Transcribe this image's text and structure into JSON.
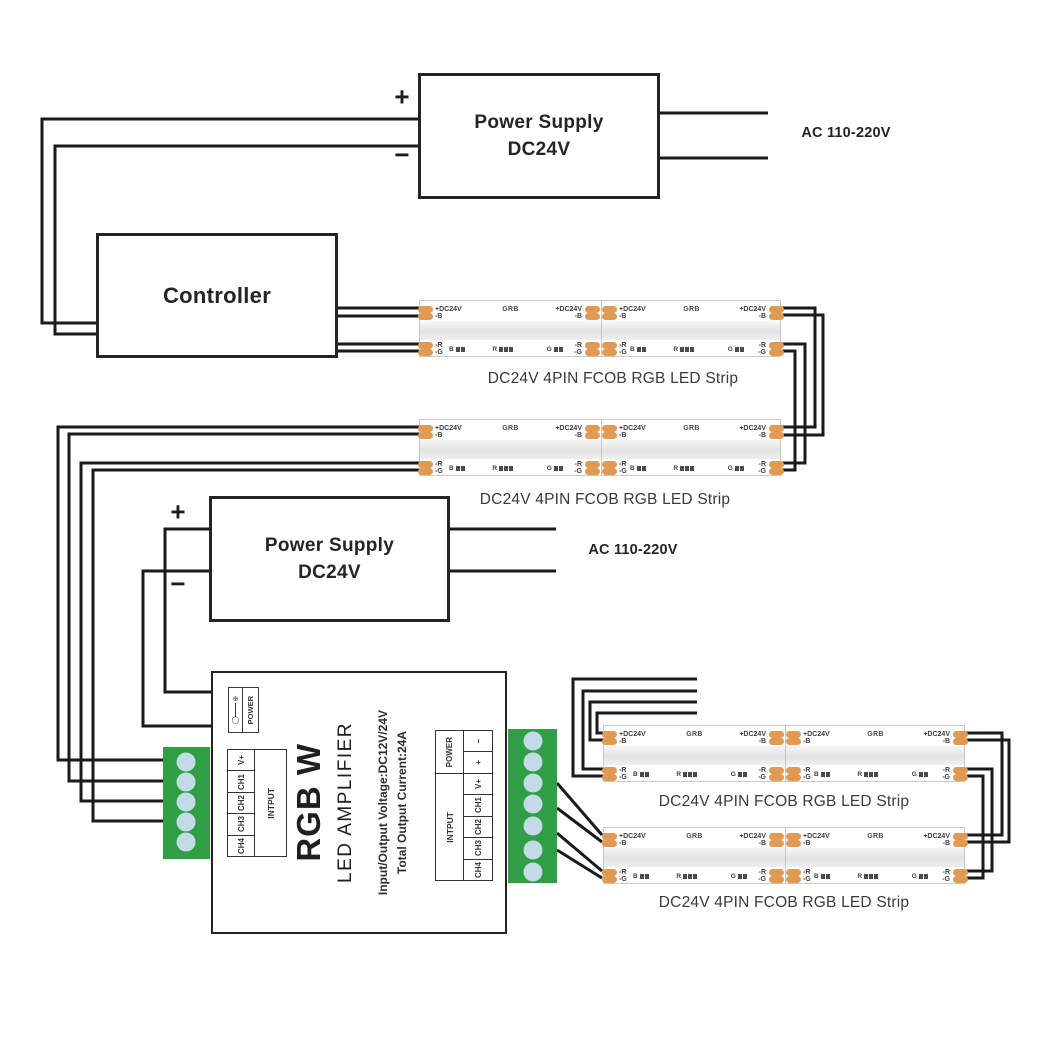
{
  "psu": {
    "name": "Power Supply",
    "voltage": "DC24V",
    "plus": "+",
    "minus": "−",
    "ac_label": "AC 110-220V"
  },
  "controller": {
    "label": "Controller"
  },
  "amplifier": {
    "model": "RGB W",
    "type": "LED AMPLIFIER",
    "spec_voltage": "Input/Output Voltage:DC12V/24V",
    "spec_current": "Total Output Current:24A",
    "power_jack_label": "POWER",
    "power_section_label": "POWER",
    "input_section_label": "INTPUT",
    "power_pins": [
      "−",
      "+"
    ],
    "channel_pins": [
      "V+",
      "CH1",
      "CH2",
      "CH3",
      "CH4"
    ]
  },
  "strip": {
    "caption": "DC24V 4PIN FCOB RGB LED Strip",
    "pad_labels": {
      "power": "+DC24V",
      "blue": "-B",
      "red": "-R",
      "green": "-G"
    },
    "channel_order_label": "GRB",
    "components": [
      {
        "letter": "B",
        "chips": 2
      },
      {
        "letter": "R",
        "chips": 3
      },
      {
        "letter": "G",
        "chips": 2
      }
    ]
  },
  "colors": {
    "wire": "#1a1a1a",
    "pad_orange": "#e09a52",
    "terminal_green": "#2f9e44",
    "terminal_hole_blue": "#c3dbe6",
    "strip_outline": "#c9c9c9"
  }
}
